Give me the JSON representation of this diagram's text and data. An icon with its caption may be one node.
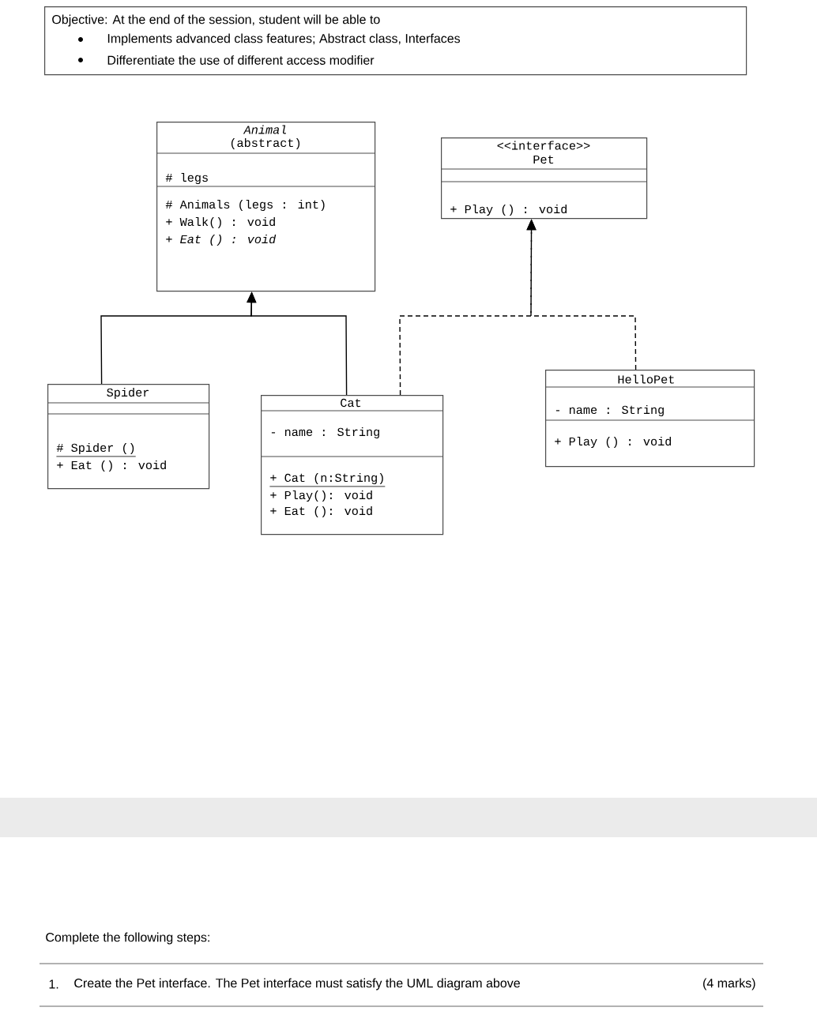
{
  "diagram": {
    "nodes": [
      {
        "text": [
          "Objective: At the end of the session, student will be able to",
          "Implements advanced class features; Abstract class, Interfaces",
          "Differentiate the use of different access modifier"
        ]
      },
      {
        "text": [
          "Animal",
          "(abstract)",
          "# legs",
          "# Animals (legs : int)",
          "+ Walk() : void",
          "+ Eat () : void"
        ]
      },
      {
        "text": [
          "<<interface>>",
          "Pet",
          "+ Play () : void"
        ]
      },
      {
        "text": [
          "Spider",
          "# Spider ()",
          "+ Eat () : void"
        ]
      },
      {
        "text": [
          "Cat",
          "- name : String",
          "+ Cat (n:String)",
          "+ Play(): void",
          "+ Eat (): void"
        ]
      },
      {
        "text": [
          "HelloPet",
          "- name : String",
          "+  Play () : void"
        ]
      }
    ],
    "edges": [
      {
        "from": 3,
        "to": 1,
        "arrow": "to"
      },
      {
        "from": 4,
        "to": 1,
        "arrow": "to"
      },
      {
        "from": 4,
        "to": 2,
        "arrow": "to",
        "style": "dashed"
      },
      {
        "from": 5,
        "to": 2,
        "arrow": "to",
        "style": "dashed"
      }
    ],
    "labels": [
      "Complete the following steps:",
      "1.",
      "Create the Pet interface. The Pet interface must satisfy the UML diagram above",
      "(4 marks)"
    ]
  }
}
